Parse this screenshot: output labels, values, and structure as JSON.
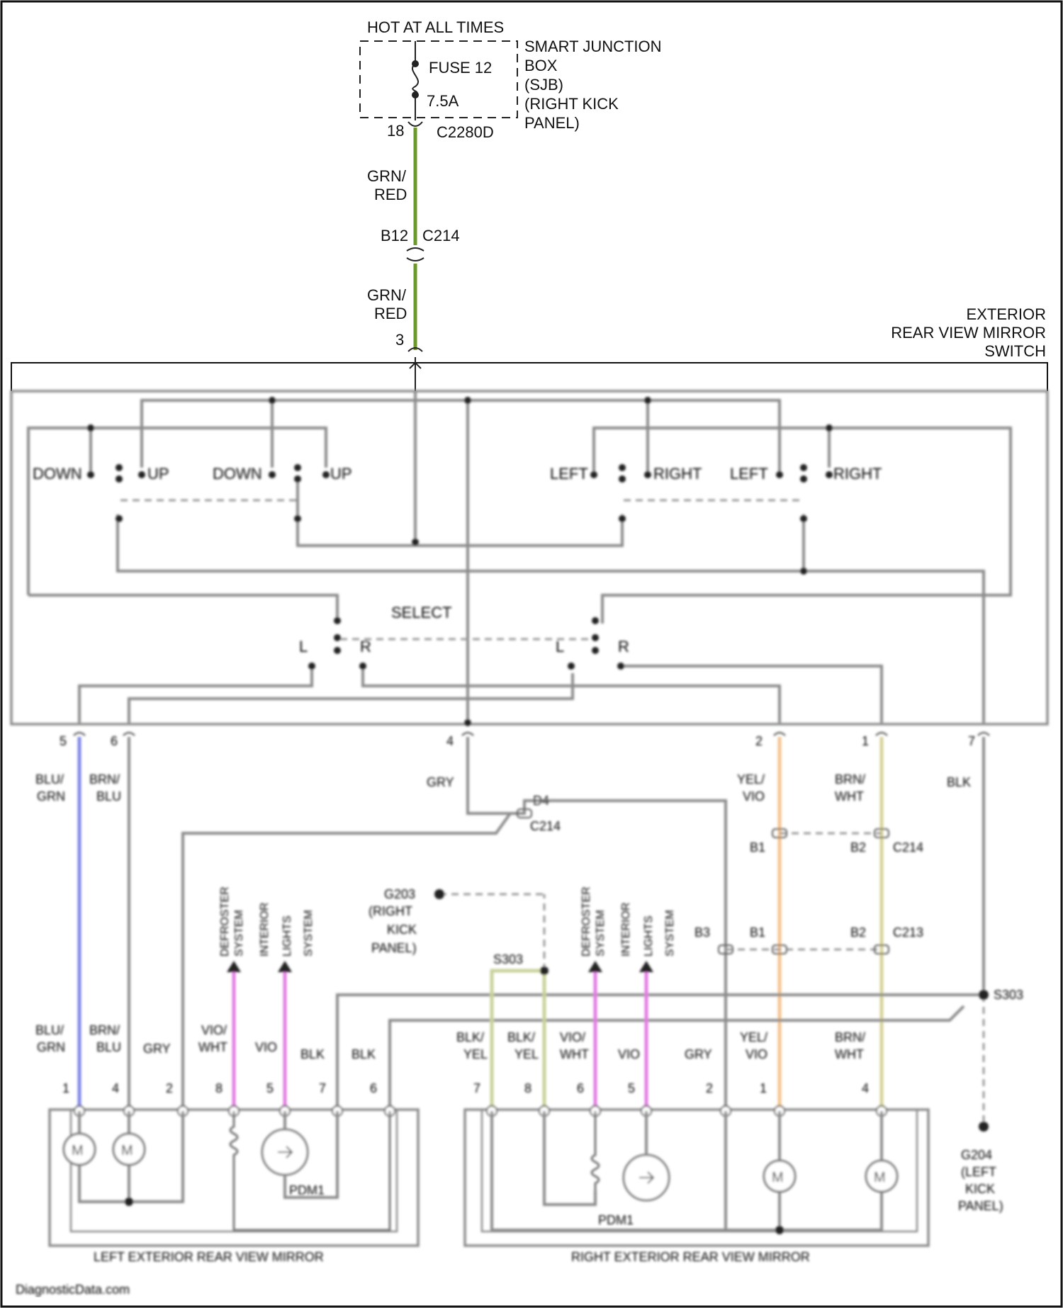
{
  "power": {
    "hot_label": "HOT AT ALL TIMES",
    "fuse_name": "FUSE 12",
    "fuse_rating": "7.5A",
    "sjb_lines": [
      "SMART JUNCTION",
      "BOX",
      "(SJB)",
      "(RIGHT KICK",
      "PANEL)"
    ],
    "pin_sjb": "18",
    "connector_sjb": "C2280D"
  },
  "wire_upper": {
    "color_line1": "GRN/",
    "color_line2": "RED",
    "pin_c214": "B12",
    "connector_c214": "C214",
    "color2_line1": "GRN/",
    "color2_line2": "RED",
    "switch_pin": "3"
  },
  "switch": {
    "title_lines": [
      "EXTERIOR",
      "REAR VIEW MIRROR",
      "SWITCH"
    ],
    "labels": [
      "DOWN",
      "UP",
      "DOWN",
      "UP",
      "LEFT",
      "RIGHT",
      "LEFT",
      "RIGHT",
      "SELECT",
      "L",
      "R",
      "L",
      "R"
    ],
    "pins": [
      "5",
      "6",
      "4",
      "2",
      "1",
      "7"
    ]
  },
  "harness": {
    "wire_labels": [
      "BLU/",
      "GRN",
      "BRN/",
      "BLU",
      "GRY",
      "YEL/",
      "VIO",
      "BRN/",
      "WHT",
      "BLK"
    ],
    "connector_labels": [
      "D4",
      "C214",
      "B1",
      "B2",
      "C214",
      "B3",
      "B1",
      "B2",
      "C213"
    ],
    "ground_labels": [
      "G203",
      "(RIGHT",
      "KICK",
      "PANEL)",
      "S303",
      "S303",
      "G204",
      "(LEFT",
      "KICK",
      "PANEL)"
    ],
    "feed_labels": [
      "DEFROSTER",
      "SYSTEM",
      "INTERIOR",
      "LIGHTS",
      "SYSTEM"
    ]
  },
  "left_mirror": {
    "title": "LEFT EXTERIOR REAR VIEW MIRROR",
    "pins": [
      "1",
      "4",
      "2",
      "8",
      "5",
      "7",
      "6"
    ],
    "wires": [
      "BLU/",
      "GRN",
      "BRN/",
      "BLU",
      "GRY",
      "VIO/",
      "WHT",
      "VIO",
      "BLK",
      "BLK"
    ],
    "puddle": "PDM1"
  },
  "right_mirror": {
    "title": "RIGHT EXTERIOR REAR VIEW MIRROR",
    "pins": [
      "7",
      "8",
      "6",
      "5",
      "2",
      "1",
      "4"
    ],
    "wires": [
      "BLK/",
      "YEL",
      "BLK/",
      "YEL",
      "VIO/",
      "WHT",
      "VIO",
      "GRY",
      "YEL/",
      "VIO",
      "BRN/",
      "WHT"
    ],
    "puddle": "PDM1"
  },
  "footer": "DiagnosticData.com",
  "colors": {
    "grn_red": "#6a9a2a",
    "blu_grn": "#7f86e6",
    "yel_vio": "#f4c28e",
    "brn_wht": "#d8d39a",
    "vio": "#e27de2",
    "blk_yel": "#c8d29a",
    "gray_wire": "#8a8a8a"
  }
}
